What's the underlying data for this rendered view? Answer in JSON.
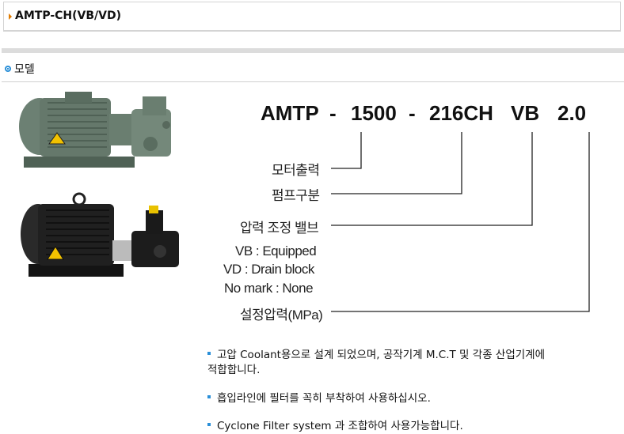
{
  "header": {
    "title": "AMTP-CH(VB/VD)"
  },
  "section": {
    "title": "모델"
  },
  "model": {
    "part1": "AMTP",
    "dash1": "-",
    "part2": "1500",
    "dash2": "-",
    "part3": "216CH",
    "part4": "VB",
    "part5": "2.0"
  },
  "legend": {
    "motor_output": "모터출력",
    "pump_type": "펌프구분",
    "pressure_valve": "압력 조정 밸브",
    "vb_option": "VB : Equipped",
    "vd_option": "VD : Drain block",
    "no_mark_option": "No mark : None",
    "set_pressure": "설정압력(MPa)"
  },
  "notes": [
    {
      "line1": "고압 Coolant용으로 설계 되었으며, 공작기계 M.C.T 및 각종 산업기계에",
      "line2": "적합합니다."
    },
    {
      "line1": "흡입라인에 필터를 꼭히 부착하여 사용하십시오."
    },
    {
      "line1": "Cyclone Filter system 과 조합하여 사용가능합니다."
    }
  ],
  "colors": {
    "accent": "#2a8fd8",
    "arrow": "#e07b00",
    "motor_green": "#5f7466",
    "motor_black": "#1e1e1e"
  }
}
